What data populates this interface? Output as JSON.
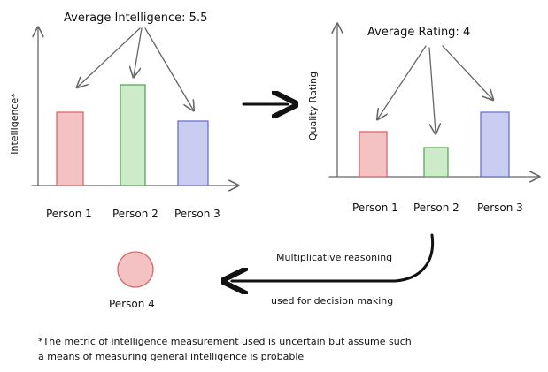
{
  "left_chart": {
    "title": "Average Intelligence: 5.5",
    "ylabel": "Intelligence*",
    "bars": [
      {
        "label": "Person 1",
        "value": 5.5,
        "color": "#f4c2c2",
        "stroke": "#d86a6a"
      },
      {
        "label": "Person 2",
        "value": 7.5,
        "color": "#cdebc9",
        "stroke": "#5aa65a"
      },
      {
        "label": "Person 3",
        "value": 5.0,
        "color": "#c9cdf2",
        "stroke": "#6a72c8"
      }
    ]
  },
  "right_chart": {
    "title": "Average Rating: 4",
    "ylabel": "Quality Rating",
    "bars": [
      {
        "label": "Person 1",
        "value": 3.6,
        "color": "#f4c2c2",
        "stroke": "#d86a6a"
      },
      {
        "label": "Person 2",
        "value": 2.2,
        "color": "#cdebc9",
        "stroke": "#5aa65a"
      },
      {
        "label": "Person 3",
        "value": 5.0,
        "color": "#c9cdf2",
        "stroke": "#6a72c8"
      }
    ]
  },
  "person4": {
    "label": "Person 4",
    "color": "#f4c2c2",
    "stroke": "#d86a6a"
  },
  "reasoning": {
    "top": "Multiplicative reasoning",
    "bottom": "used for decision making"
  },
  "footnote": {
    "line1": "*The metric of intelligence measurement used is uncertain but assume such",
    "line2": "a means of measuring general intelligence is probable"
  }
}
